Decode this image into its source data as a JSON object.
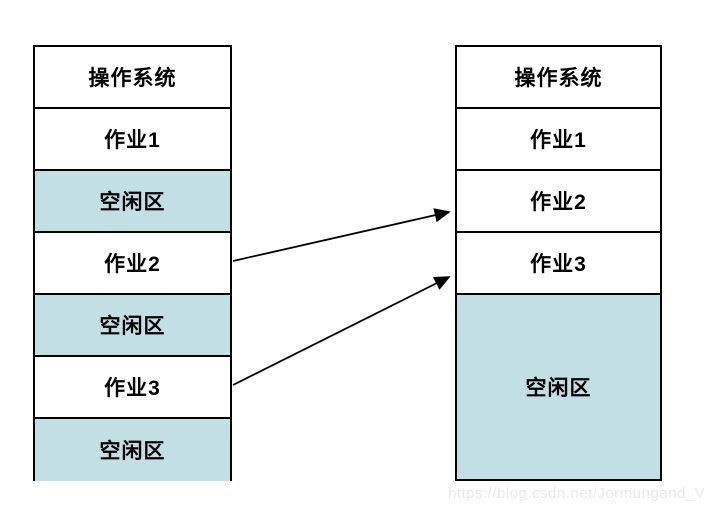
{
  "diagram": {
    "title_hint": "memory-compaction-before-after",
    "left_column": {
      "cells": [
        {
          "label": "操作系统",
          "type": "os"
        },
        {
          "label": "作业1",
          "type": "job"
        },
        {
          "label": "空闲区",
          "type": "free"
        },
        {
          "label": "作业2",
          "type": "job"
        },
        {
          "label": "空闲区",
          "type": "free"
        },
        {
          "label": "作业3",
          "type": "job"
        },
        {
          "label": "空闲区",
          "type": "free"
        }
      ]
    },
    "right_column": {
      "cells": [
        {
          "label": "操作系统",
          "type": "os"
        },
        {
          "label": "作业1",
          "type": "job"
        },
        {
          "label": "作业2",
          "type": "job"
        },
        {
          "label": "作业3",
          "type": "job"
        },
        {
          "label": "空闲区",
          "type": "free"
        }
      ]
    },
    "colors": {
      "free_fill": "#c2dfe3",
      "border": "#000000",
      "text": "#000000",
      "watermark": "#e9e9f1"
    },
    "watermark": "https://blog.csdn.net/Jormungand_V"
  }
}
